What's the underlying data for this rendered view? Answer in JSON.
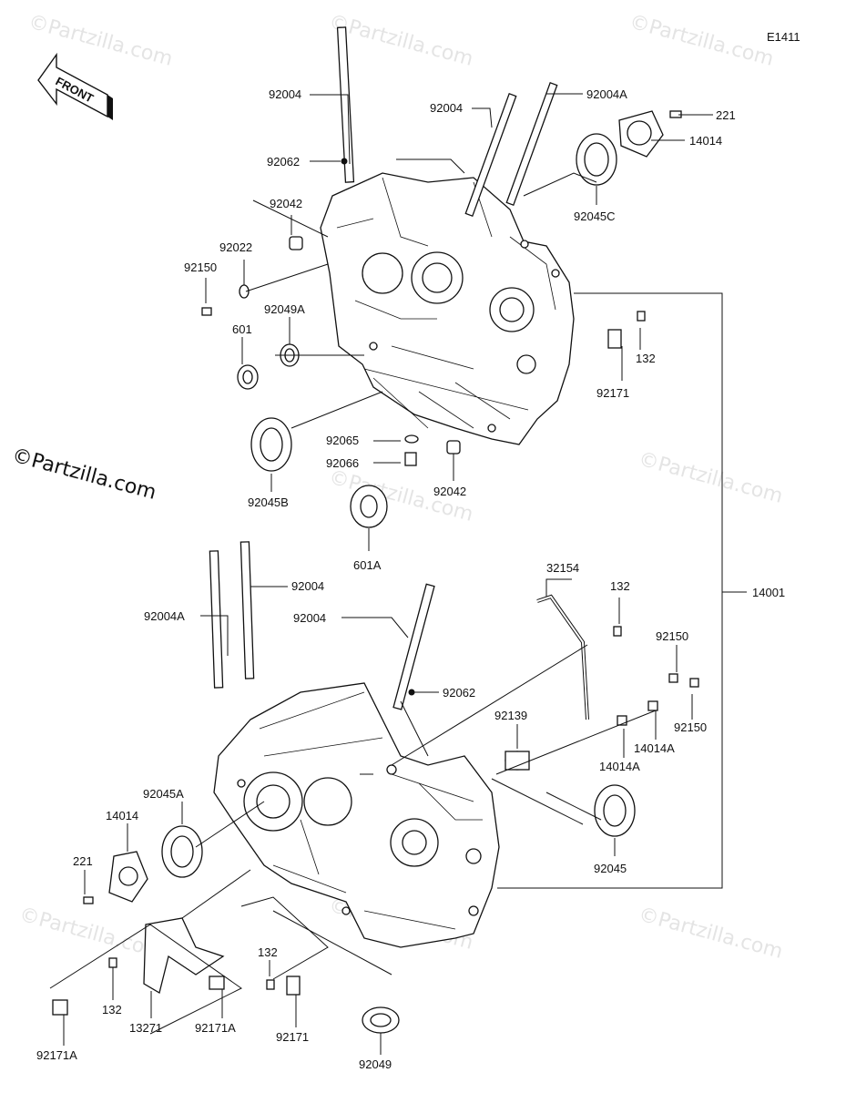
{
  "diagram": {
    "code": "E1411",
    "front_label": "FRONT",
    "watermark": "©Partzilla.com"
  },
  "labels": [
    {
      "id": "l1",
      "text": "92004"
    },
    {
      "id": "l2",
      "text": "92004"
    },
    {
      "id": "l3",
      "text": "92004A"
    },
    {
      "id": "l4",
      "text": "221"
    },
    {
      "id": "l5",
      "text": "14014"
    },
    {
      "id": "l6",
      "text": "92062"
    },
    {
      "id": "l7",
      "text": "92045C"
    },
    {
      "id": "l8",
      "text": "92042"
    },
    {
      "id": "l9",
      "text": "92022"
    },
    {
      "id": "l10",
      "text": "92150"
    },
    {
      "id": "l11",
      "text": "92049A"
    },
    {
      "id": "l12",
      "text": "601"
    },
    {
      "id": "l13",
      "text": "132"
    },
    {
      "id": "l14",
      "text": "92171"
    },
    {
      "id": "l15",
      "text": "92065"
    },
    {
      "id": "l16",
      "text": "92066"
    },
    {
      "id": "l17",
      "text": "92045B"
    },
    {
      "id": "l18",
      "text": "92042"
    },
    {
      "id": "l19",
      "text": "601A"
    },
    {
      "id": "l20",
      "text": "32154"
    },
    {
      "id": "l21",
      "text": "132"
    },
    {
      "id": "l22",
      "text": "14001"
    },
    {
      "id": "l23",
      "text": "92004"
    },
    {
      "id": "l24",
      "text": "92004A"
    },
    {
      "id": "l25",
      "text": "92004"
    },
    {
      "id": "l26",
      "text": "92150"
    },
    {
      "id": "l27",
      "text": "92062"
    },
    {
      "id": "l28",
      "text": "92139"
    },
    {
      "id": "l29",
      "text": "14014A"
    },
    {
      "id": "l30",
      "text": "92150"
    },
    {
      "id": "l31",
      "text": "14014A"
    },
    {
      "id": "l32",
      "text": "92045A"
    },
    {
      "id": "l33",
      "text": "14014"
    },
    {
      "id": "l34",
      "text": "92045"
    },
    {
      "id": "l35",
      "text": "221"
    },
    {
      "id": "l36",
      "text": "132"
    },
    {
      "id": "l37",
      "text": "132"
    },
    {
      "id": "l38",
      "text": "13271"
    },
    {
      "id": "l39",
      "text": "92171A"
    },
    {
      "id": "l40",
      "text": "92171"
    },
    {
      "id": "l41",
      "text": "92049"
    },
    {
      "id": "l42",
      "text": "92171A"
    }
  ]
}
